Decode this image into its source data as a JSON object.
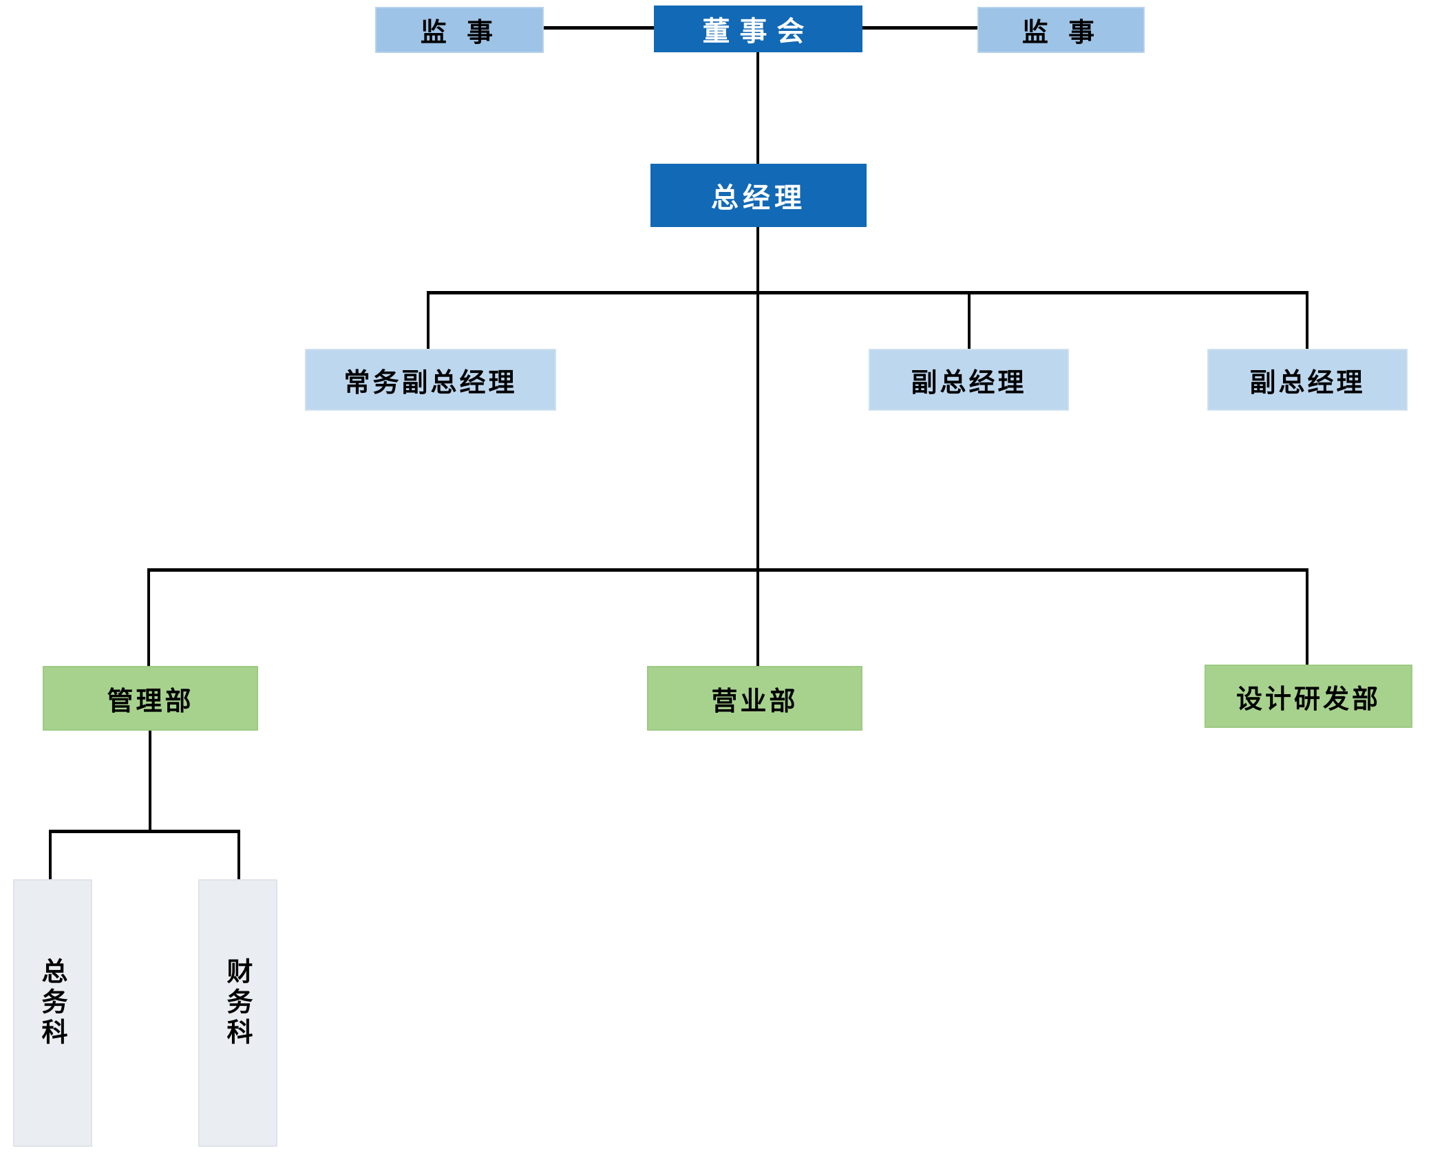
{
  "org_chart": {
    "type": "organization-chart",
    "nodes": {
      "supervisor_left": {
        "label": "监 事",
        "level": "supervisor"
      },
      "board": {
        "label": "董事会",
        "level": "board"
      },
      "supervisor_right": {
        "label": "监 事",
        "level": "supervisor"
      },
      "general_manager": {
        "label": "总经理",
        "level": "executive"
      },
      "exec_deputy_gm": {
        "label": "常务副总经理",
        "level": "deputy"
      },
      "deputy_gm_1": {
        "label": "副总经理",
        "level": "deputy"
      },
      "deputy_gm_2": {
        "label": "副总经理",
        "level": "deputy"
      },
      "management_dept": {
        "label": "管理部",
        "level": "department"
      },
      "sales_dept": {
        "label": "营业部",
        "level": "department"
      },
      "design_rd_dept": {
        "label": "设计研发部",
        "level": "department"
      },
      "general_affairs_section": {
        "label": "总务科",
        "level": "section",
        "text_orientation": "vertical"
      },
      "finance_section": {
        "label": "财务科",
        "level": "section",
        "text_orientation": "vertical"
      }
    },
    "edges": [
      [
        "supervisor_left",
        "board"
      ],
      [
        "board",
        "supervisor_right"
      ],
      [
        "board",
        "general_manager"
      ],
      [
        "general_manager",
        "exec_deputy_gm"
      ],
      [
        "general_manager",
        "deputy_gm_1"
      ],
      [
        "general_manager",
        "deputy_gm_2"
      ],
      [
        "general_manager",
        "management_dept"
      ],
      [
        "general_manager",
        "sales_dept"
      ],
      [
        "general_manager",
        "design_rd_dept"
      ],
      [
        "management_dept",
        "general_affairs_section"
      ],
      [
        "management_dept",
        "finance_section"
      ]
    ],
    "colors": {
      "board_fill": "#1269b5",
      "board_text": "#ffffff",
      "supervisor_fill": "#9dc3e6",
      "deputy_fill": "#bdd7ee",
      "department_fill": "#a7d28e",
      "section_fill": "#eaedf1",
      "node_text": "#000000",
      "connector": "#000000",
      "background": "#ffffff"
    }
  }
}
